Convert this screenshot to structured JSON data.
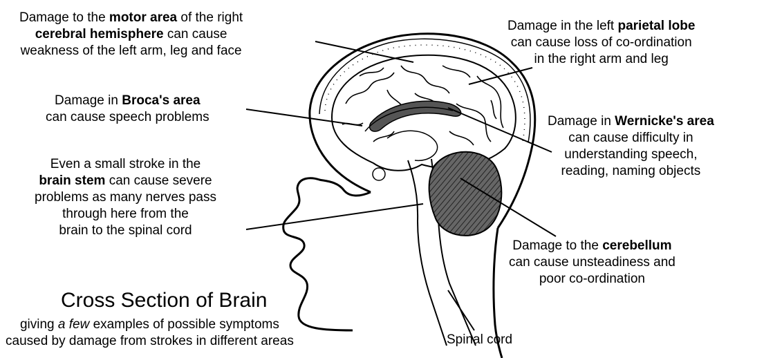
{
  "labels": {
    "motor": {
      "line1": "Damage to the ",
      "line1_bold": "motor area",
      "line1_end": " of the right",
      "line2_bold": "cerebral hemisphere",
      "line2_end": " can cause",
      "line3": "weakness of the left arm, leg and face"
    },
    "parietal": {
      "line1": "Damage in the left ",
      "line1_bold": "parietal lobe",
      "line2": "can cause loss of co-ordination",
      "line3": "in the right arm and leg"
    },
    "broca": {
      "line1": "Damage in ",
      "line1_bold": "Broca's area",
      "line2": "can cause speech problems"
    },
    "wernicke": {
      "line1": "Damage in ",
      "line1_bold": "Wernicke's area",
      "line2": "can cause difficulty in",
      "line3": "understanding speech,",
      "line4": "reading, naming objects"
    },
    "brainstem": {
      "line1": "Even a small stroke in the",
      "line2_bold": "brain stem",
      "line2_end": " can cause severe",
      "line3": "problems as many nerves pass",
      "line4": "through here from the",
      "line5": "brain to the spinal cord"
    },
    "cerebellum": {
      "line1": "Damage to the ",
      "line1_bold": "cerebellum",
      "line2": "can cause unsteadiness and",
      "line3": "poor co-ordination"
    },
    "spinal_cord": "Spinal cord"
  },
  "caption": {
    "title": "Cross Section of Brain",
    "sub1_start": "giving ",
    "sub1_italic": "a few",
    "sub1_end": " examples of possible symptoms",
    "sub2": "caused by damage from strokes in different areas"
  }
}
